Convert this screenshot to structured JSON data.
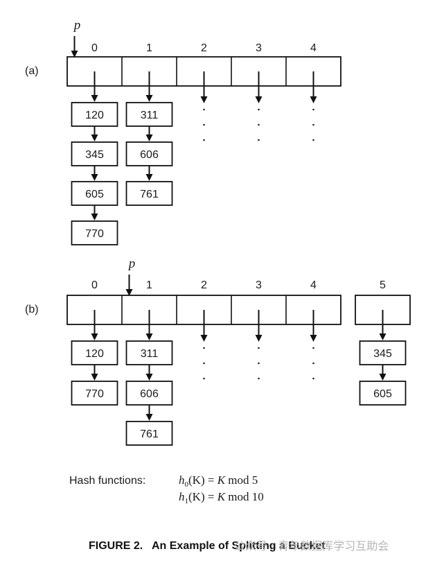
{
  "panels": [
    {
      "label": "(a)",
      "pointer": "p",
      "pointer_at": 0,
      "groups": [
        {
          "indices": [
            "0",
            "1",
            "2",
            "3",
            "4"
          ]
        }
      ],
      "chains": {
        "0": [
          "120",
          "345",
          "605",
          "770"
        ],
        "1": [
          "311",
          "606",
          "761"
        ],
        "2": [],
        "3": [],
        "4": []
      }
    },
    {
      "label": "(b)",
      "pointer": "p",
      "pointer_at": 1,
      "groups": [
        {
          "indices": [
            "0",
            "1",
            "2",
            "3",
            "4"
          ]
        },
        {
          "indices": [
            "5"
          ]
        }
      ],
      "chains": {
        "0": [
          "120",
          "770"
        ],
        "1": [
          "311",
          "606",
          "761"
        ],
        "2": [],
        "3": [],
        "4": [],
        "5": [
          "345",
          "605"
        ]
      }
    }
  ],
  "hash": {
    "label": "Hash functions:",
    "f0": {
      "h": "h",
      "sub": "0",
      "arg": "(K)",
      "eq": " = ",
      "var": "K",
      "rest": " mod 5"
    },
    "f1": {
      "h": "h",
      "sub": "1",
      "arg": "(K)",
      "eq": " = ",
      "var": "K",
      "rest": " mod 10"
    }
  },
  "caption": "FIGURE 2.   An Example of Splitting a Bucket",
  "watermark": "公众号 · 青年数据库学习互助会"
}
